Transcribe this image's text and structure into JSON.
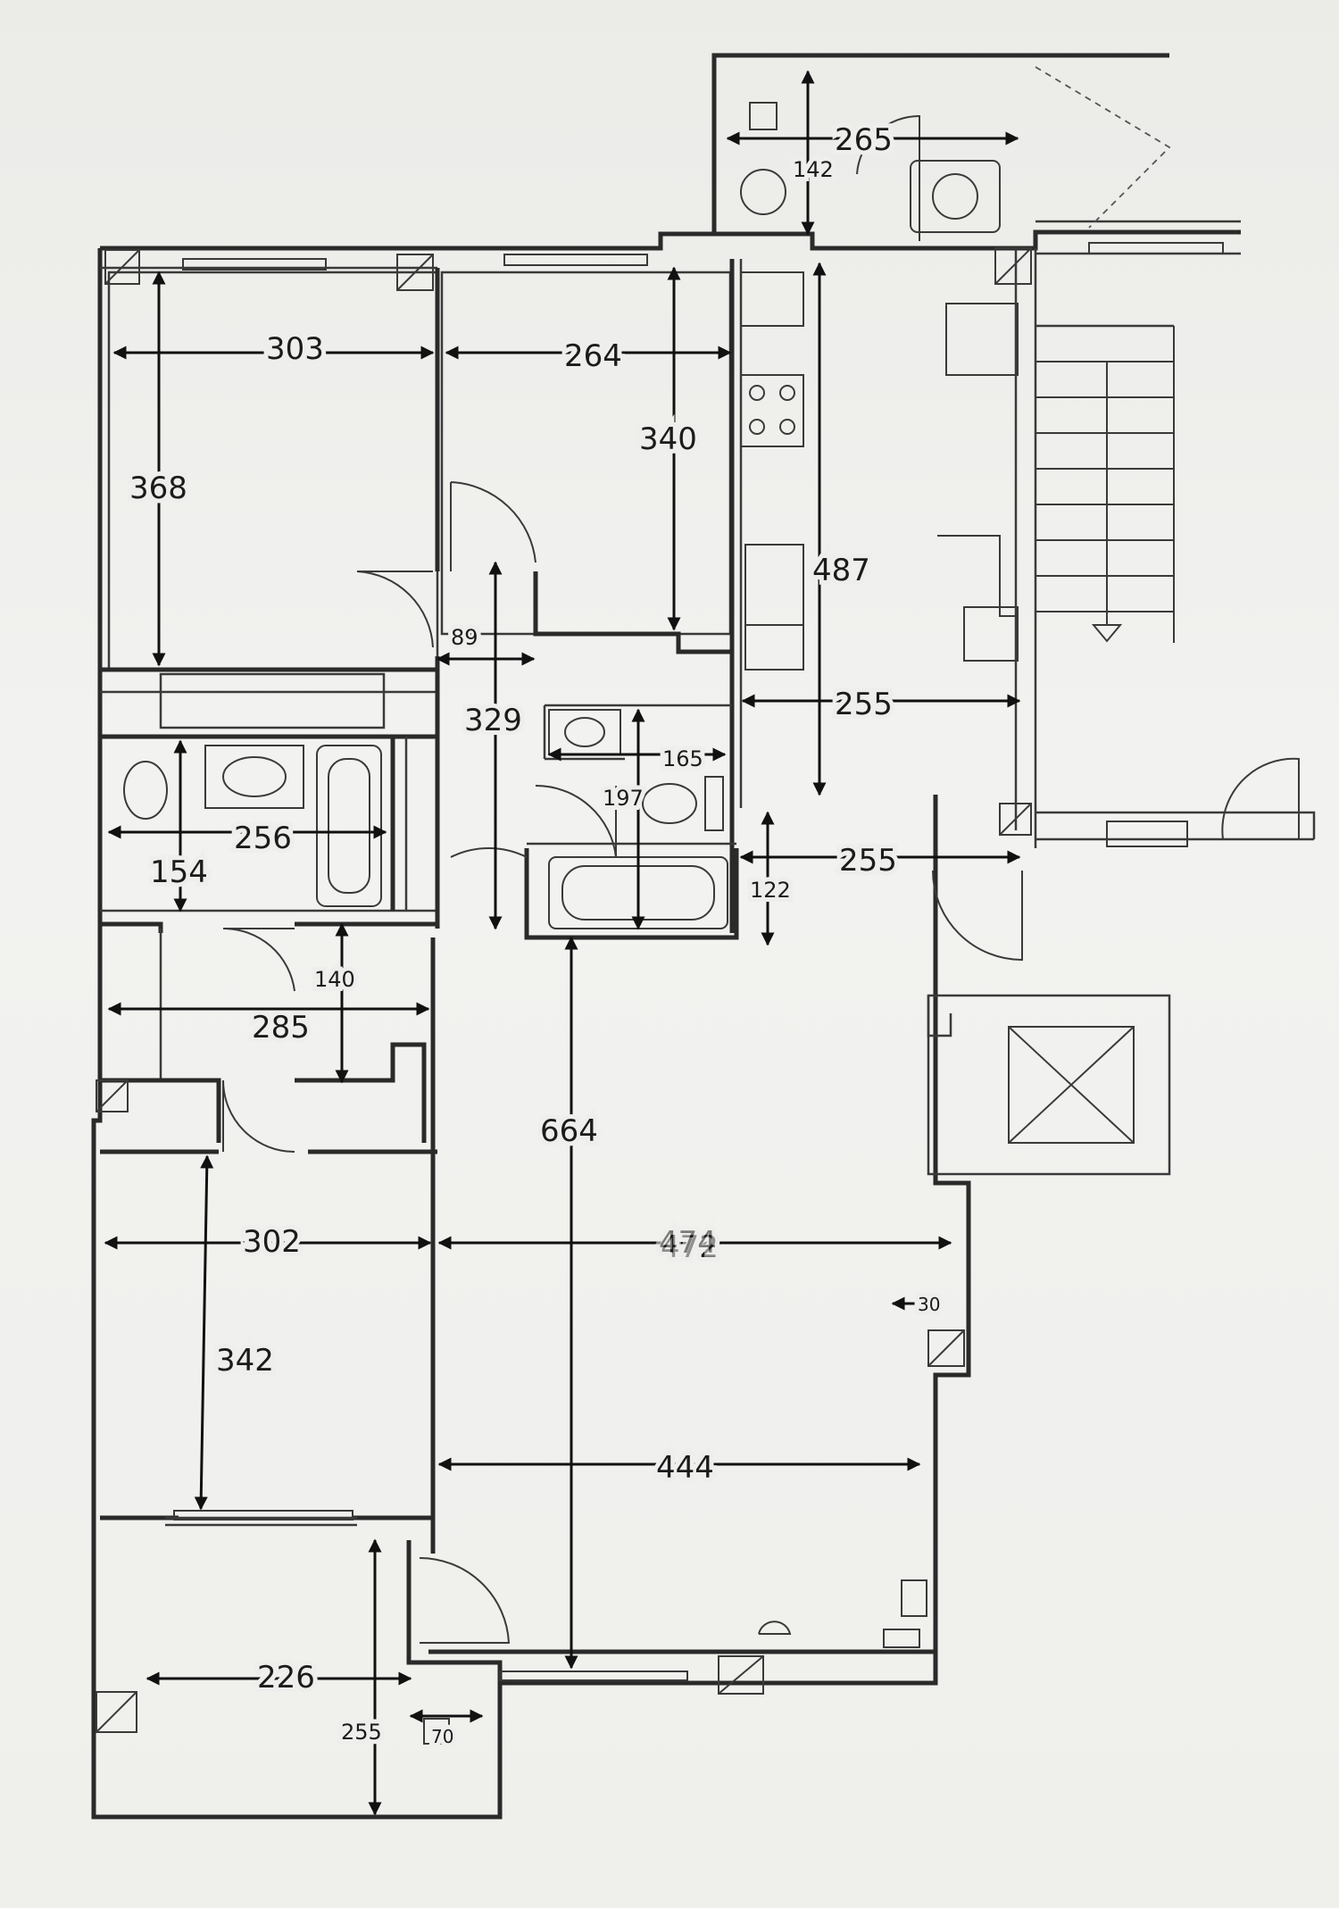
{
  "floor_plan": {
    "dimensions": [
      {
        "id": "room-top-left-width",
        "value": "303"
      },
      {
        "id": "room-top-left-depth",
        "value": "368"
      },
      {
        "id": "room-top-middle-width",
        "value": "264"
      },
      {
        "id": "room-top-middle-depth",
        "value": "340"
      },
      {
        "id": "corridor-gap",
        "value": "89"
      },
      {
        "id": "corridor-depth",
        "value": "329"
      },
      {
        "id": "kitchen-depth",
        "value": "487"
      },
      {
        "id": "kitchen-width",
        "value": "255"
      },
      {
        "id": "balcony-top-width",
        "value": "265"
      },
      {
        "id": "balcony-top-depth",
        "value": "142"
      },
      {
        "id": "bathroom-left-width",
        "value": "256"
      },
      {
        "id": "bathroom-left-depth",
        "value": "154"
      },
      {
        "id": "bathroom-right-width",
        "value": "165"
      },
      {
        "id": "bathroom-right-depth",
        "value": "197"
      },
      {
        "id": "entry-width",
        "value": "255"
      },
      {
        "id": "entry-depth",
        "value": "122"
      },
      {
        "id": "hall-depth",
        "value": "140"
      },
      {
        "id": "hall-width",
        "value": "285"
      },
      {
        "id": "living-depth",
        "value": "664"
      },
      {
        "id": "living-width",
        "value": "472"
      },
      {
        "id": "living-width-overwrite",
        "value": "474"
      },
      {
        "id": "living-width-lower",
        "value": "444"
      },
      {
        "id": "wall-offset",
        "value": "30"
      },
      {
        "id": "room-bottom-left-width",
        "value": "302"
      },
      {
        "id": "room-bottom-left-depth",
        "value": "342"
      },
      {
        "id": "balcony-bottom-width",
        "value": "226"
      },
      {
        "id": "balcony-bottom-depth",
        "value": "255"
      },
      {
        "id": "balcony-door-offset",
        "value": "70"
      }
    ]
  }
}
